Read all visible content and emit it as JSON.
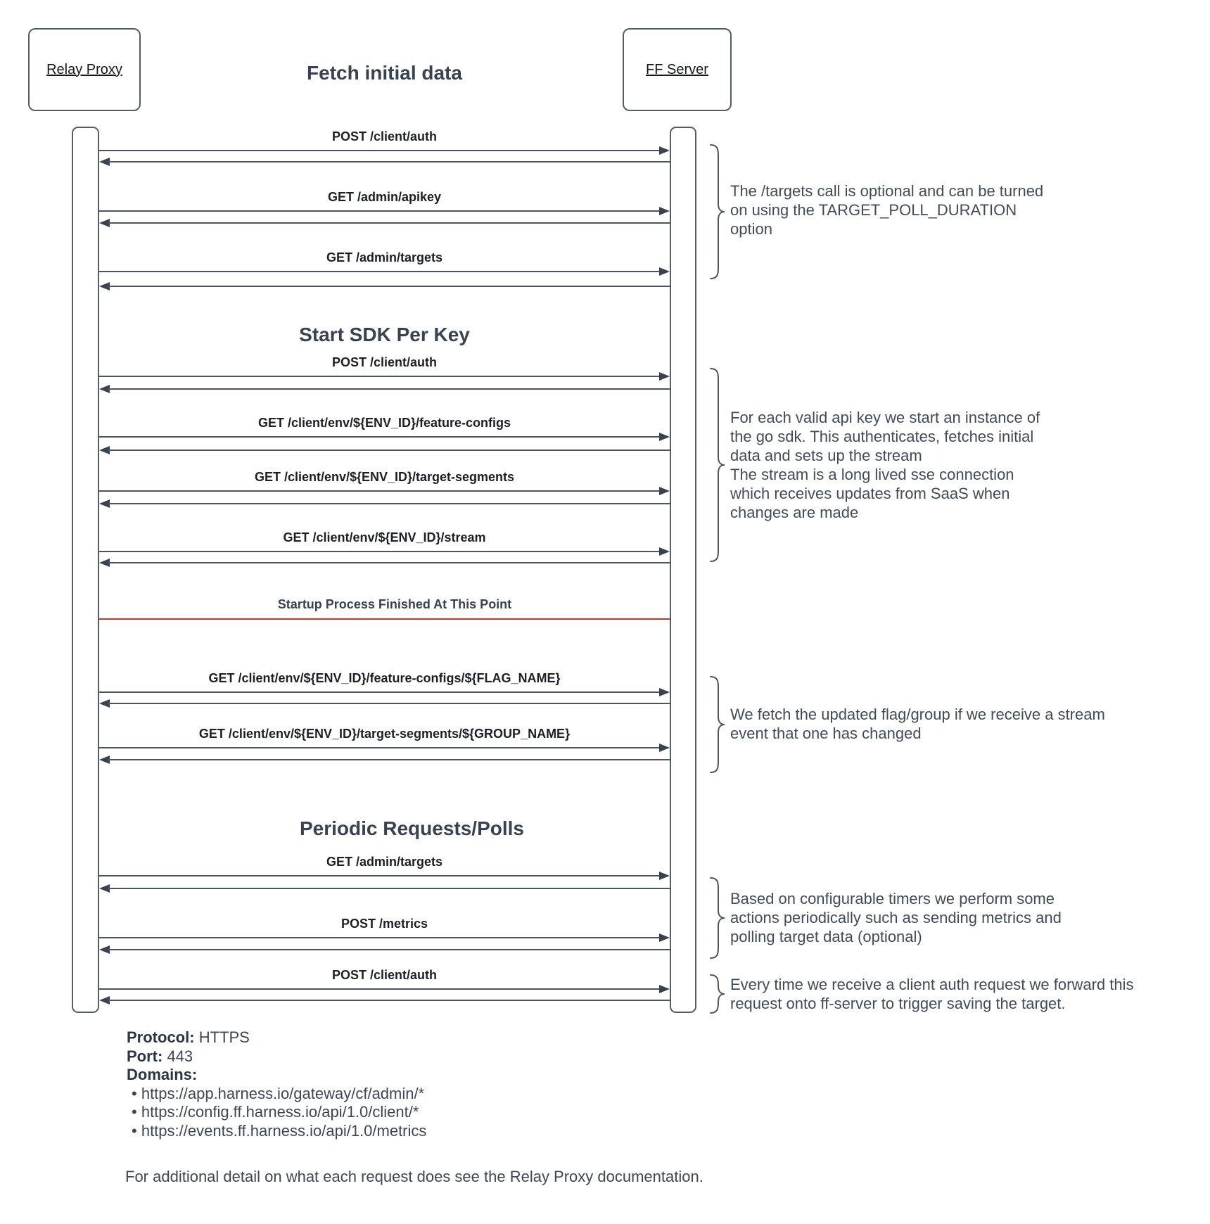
{
  "diagram": {
    "actors": [
      {
        "name": "relay-proxy",
        "label": "Relay Proxy"
      },
      {
        "name": "ff-server",
        "label": "FF Server"
      }
    ],
    "sections": [
      {
        "title": "Fetch initial data"
      },
      {
        "title": "Start SDK Per Key"
      },
      {
        "title": "Periodic Requests/Polls"
      }
    ],
    "divider": {
      "label": "Startup Process Finished At This Point"
    },
    "messages": [
      {
        "label": "POST /client/auth"
      },
      {
        "label": "GET /admin/apikey"
      },
      {
        "label": "GET /admin/targets"
      },
      {
        "label": "POST /client/auth"
      },
      {
        "label": "GET /client/env/${ENV_ID}/feature-configs"
      },
      {
        "label": "GET /client/env/${ENV_ID}/target-segments"
      },
      {
        "label": "GET /client/env/${ENV_ID}/stream"
      },
      {
        "label": "GET /client/env/${ENV_ID}/feature-configs/${FLAG_NAME}"
      },
      {
        "label": "GET /client/env/${ENV_ID}/target-segments/${GROUP_NAME}"
      },
      {
        "label": "GET /admin/targets"
      },
      {
        "label": "POST /metrics"
      },
      {
        "label": "POST /client/auth"
      }
    ],
    "annotations": [
      {
        "text": "The /targets call is optional and can be turned\non using the TARGET_POLL_DURATION\noption"
      },
      {
        "text": "For each valid api key we start an instance of\nthe go sdk. This authenticates, fetches initial\ndata and sets up the stream\nThe stream is a long lived sse connection\nwhich receives updates from SaaS when\nchanges are made"
      },
      {
        "text": "We fetch the updated flag/group if we receive a stream\nevent that one has changed"
      },
      {
        "text": "Based on configurable timers we perform some\nactions periodically such as sending metrics and\npolling target data (optional)"
      },
      {
        "text": "Every time we receive a client auth request we forward this\nrequest onto ff-server to trigger saving the target."
      }
    ],
    "connection_info": {
      "protocol_label": "Protocol:",
      "protocol_value": "HTTPS",
      "port_label": "Port:",
      "port_value": "443",
      "domains_label": "Domains:",
      "domains": [
        "https://app.harness.io/gateway/cf/admin/*",
        "https://config.ff.harness.io/api/1.0/client/*",
        "https://events.ff.harness.io/api/1.0/metrics"
      ]
    },
    "footer": "For additional detail on what each request does see the Relay Proxy documentation.",
    "colors": {
      "divider_red": "#c0392b",
      "line": "#4a535e",
      "heading_text": "#39424e",
      "annotation_text": "#414b57"
    }
  }
}
